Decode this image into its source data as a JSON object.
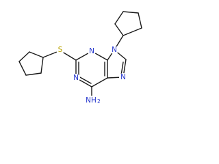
{
  "molecule": {
    "atoms": {
      "s": {
        "text": "S",
        "color": "#b8a200"
      },
      "n1": {
        "text": "N",
        "color": "#2233cc"
      },
      "n3": {
        "text": "N",
        "color": "#2233cc"
      },
      "n7": {
        "text": "N",
        "color": "#2233cc"
      },
      "n9": {
        "text": "N",
        "color": "#2233cc"
      },
      "nh2": {
        "text": "NH",
        "sub": "2",
        "color": "#2233cc"
      }
    },
    "bond_color": "#1a1a1a"
  }
}
